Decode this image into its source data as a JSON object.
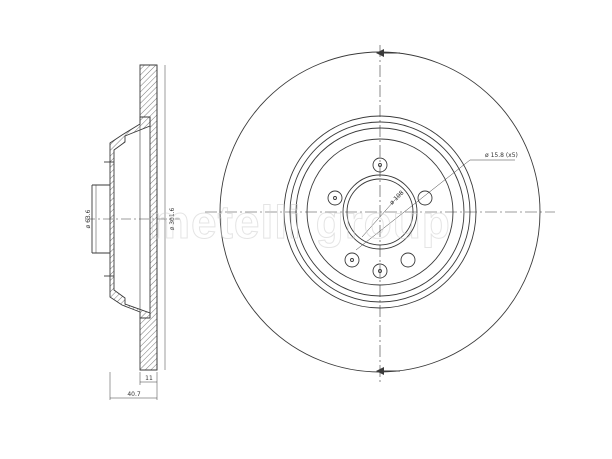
{
  "watermark": "metelli group",
  "dimensions": {
    "hub_diameter": "ø 63.6",
    "outer_diameter": "ø 301.6",
    "total_height": "40.7",
    "disc_thickness": "11",
    "bolt_circle": "ø 108",
    "bolt_holes": "ø 15.8 (x5)"
  },
  "colors": {
    "line": "#3a3a3a",
    "hatch": "#555555",
    "watermark": "#cfcfcf"
  }
}
